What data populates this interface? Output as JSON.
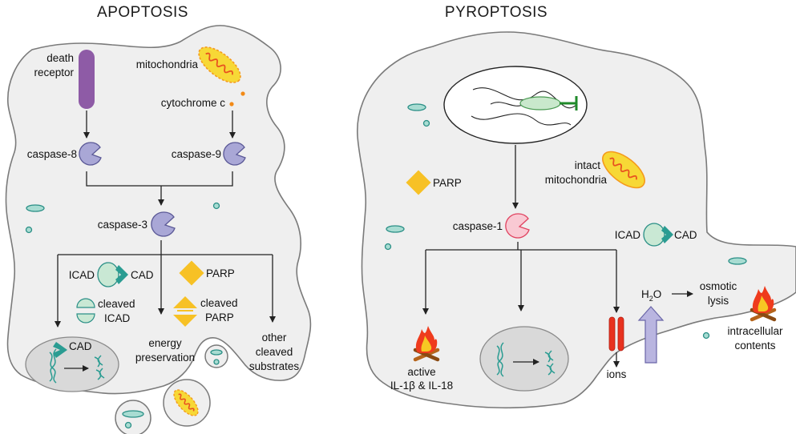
{
  "titles": {
    "left": "APOPTOSIS",
    "right": "PYROPTOSIS"
  },
  "apoptosis": {
    "death_receptor": [
      "death",
      "receptor"
    ],
    "mitochondria": "mitochondria",
    "cytochrome_c": "cytochrome c",
    "caspase_8": "caspase-8",
    "caspase_9": "caspase-9",
    "caspase_3": "caspase-3",
    "icad": "ICAD",
    "cad": "CAD",
    "parp": "PARP",
    "cleaved_icad": [
      "cleaved",
      "ICAD"
    ],
    "cleaved_parp": [
      "cleaved",
      "PARP"
    ],
    "energy_preservation": [
      "energy",
      "preservation"
    ],
    "other_substrates": [
      "other",
      "cleaved",
      "substrates"
    ],
    "nucleus_cad": "CAD"
  },
  "pyroptosis": {
    "parp": "PARP",
    "intact_mitochondria": [
      "intact",
      "mitochondria"
    ],
    "caspase_1": "caspase-1",
    "icad": "ICAD",
    "cad": "CAD",
    "water": "H",
    "water_sub": "2",
    "water_end": "O",
    "osmotic_lysis": [
      "osmotic",
      "lysis"
    ],
    "intracellular_contents": [
      "intracellular",
      "contents"
    ],
    "active_cytokines": [
      "active",
      "IL-1β & IL-18"
    ],
    "ions": "ions"
  },
  "colors": {
    "caspase_purple": "#a9a7d6",
    "caspase_1_pink": "#f9c9d3",
    "parp_gold": "#f7c125",
    "mito_orange": "#f59a1c",
    "teal": "#2a9c92",
    "receptor_purple": "#8e5ba6",
    "ion_channel_red": "#e8321f",
    "water_arrow": "#b9b5e0"
  },
  "icons": [
    "death-receptor-icon",
    "mitochondria-icon",
    "caspase-icon",
    "parp-icon",
    "icad-cad-icon",
    "nucleus-icon",
    "dna-icon",
    "bacterium-icon",
    "fire-icon",
    "ion-channel-icon",
    "water-arrow-icon",
    "vesicle-icon"
  ]
}
